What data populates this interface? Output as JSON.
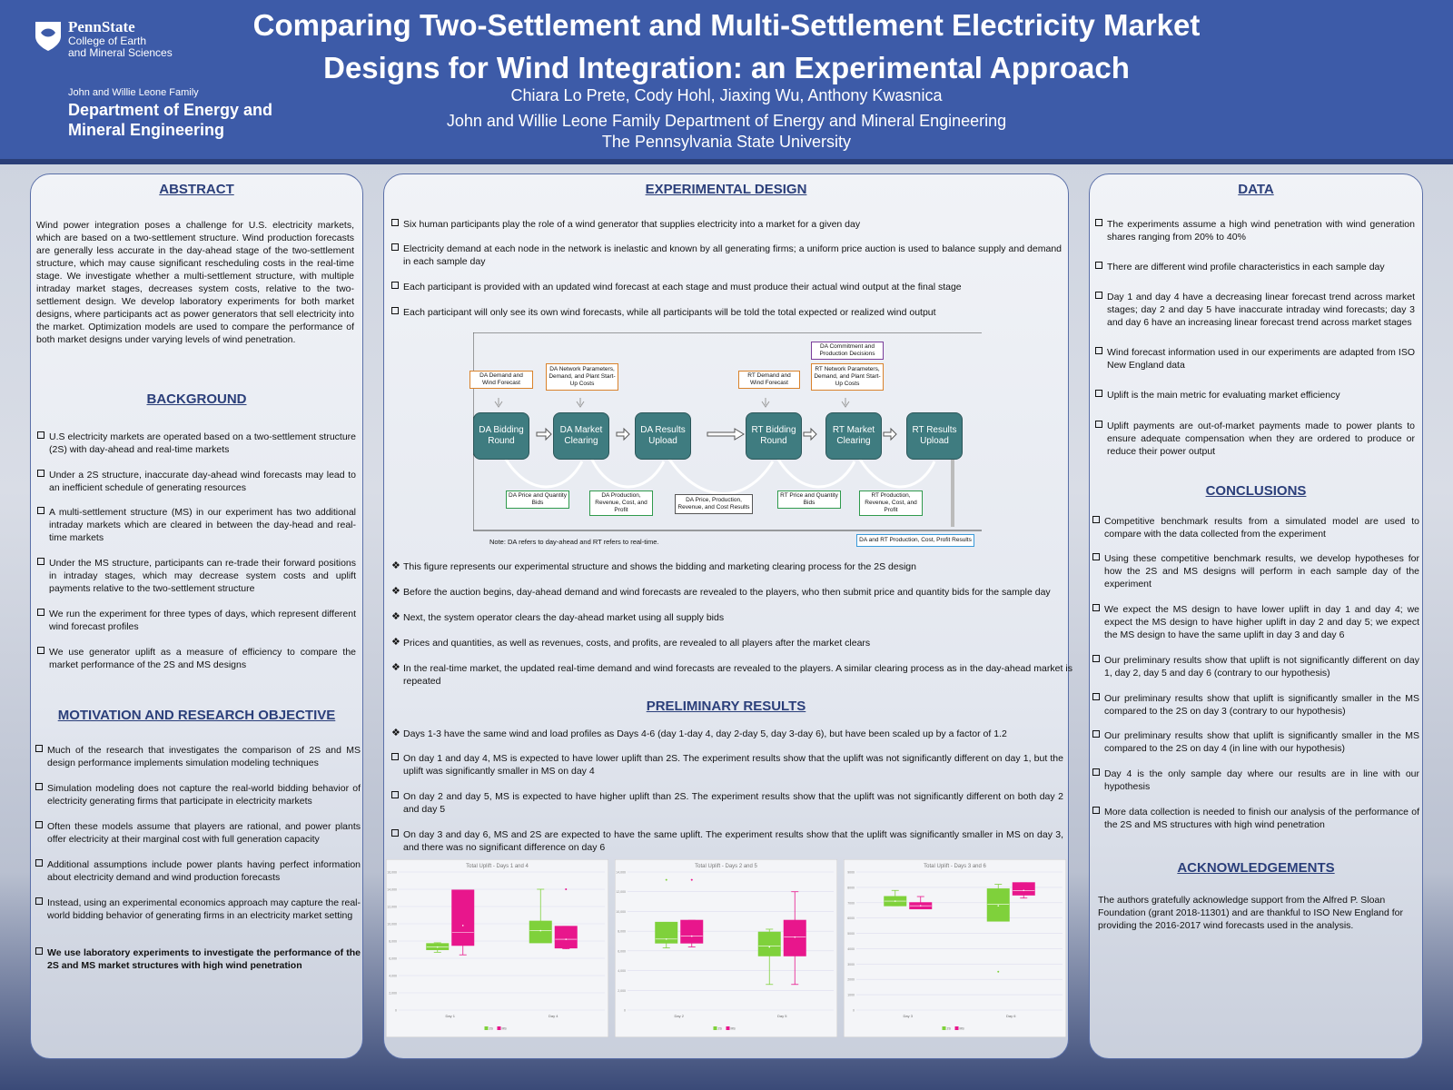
{
  "header": {
    "institution": "PennState",
    "college": [
      "College of Earth",
      "and Mineral Sciences"
    ],
    "dept_top": "John and Willie Leone Family",
    "dept_name": [
      "Department of Energy and",
      "Mineral Engineering"
    ],
    "title_line1": "Comparing Two-Settlement and Multi-Settlement Electricity Market",
    "title_line2": "Designs for Wind Integration: an Experimental Approach",
    "authors": "Chiara Lo Prete, Cody Hohl, Jiaxing Wu, Anthony Kwasnica",
    "affiliation_1": "John and Willie Leone Family Department of Energy and Mineral Engineering",
    "affiliation_2": "The Pennsylvania State University"
  },
  "abstract": {
    "title": "ABSTRACT",
    "text": "Wind power integration poses a challenge for U.S. electricity markets, which are based on a two-settlement structure. Wind production forecasts are generally less accurate in the day-ahead stage of the two-settlement structure, which may cause significant rescheduling costs in the real-time stage. We investigate whether a multi-settlement structure, with multiple intraday market stages, decreases system costs, relative to the two-settlement design. We develop laboratory experiments for both market designs, where participants act as power generators that sell electricity into the market. Optimization models are used to compare the performance of both market designs under varying levels of wind penetration."
  },
  "background": {
    "title": "BACKGROUND",
    "items": [
      "U.S electricity markets are operated based on a two-settlement structure (2S) with  day-ahead and real-time markets",
      "Under a 2S structure, inaccurate day-ahead wind forecasts may lead to an inefficient schedule of generating resources",
      "A multi-settlement structure (MS) in our experiment has two additional intraday markets which are cleared in between the day-head and real-time markets",
      "Under the MS structure, participants can re-trade their forward positions in intraday stages, which may decrease system costs and uplift payments relative to the two-settlement structure",
      "We run the experiment for three types of days, which represent different wind forecast profiles",
      "We use generator uplift as a measure of efficiency to compare the market performance of the 2S and MS designs"
    ]
  },
  "motivation": {
    "title": "MOTIVATION AND RESEARCH OBJECTIVE",
    "items": [
      "Much of the research that investigates the comparison of 2S and MS design performance implements simulation modeling techniques",
      "Simulation modeling does not capture the real-world bidding behavior of electricity generating firms that participate in electricity markets",
      " Often these models assume that players are rational, and power plants offer electricity at their marginal cost with full generation capacity",
      "Additional assumptions include power plants having perfect information about electricity demand and wind production forecasts",
      "Instead, using an experimental economics approach may capture the real-world bidding behavior of generating firms in an electricity market setting",
      "We use laboratory experiments to investigate the performance of the 2S and MS  market structures with high wind penetration"
    ]
  },
  "experimental": {
    "title": "EXPERIMENTAL DESIGN",
    "items": [
      "Six human participants play the role of a wind generator that supplies electricity into a market for a given day",
      "Electricity demand at each node in the network is inelastic and known by all generating firms; a uniform price auction is used to balance supply and demand in each sample day",
      "Each participant is provided with an updated wind forecast at each stage  and must produce their actual wind output at the final stage",
      "Each participant will only see its own wind forecasts, while all participants will be told the total expected or realized wind output"
    ],
    "diagram": {
      "rounds": [
        "DA Bidding Round",
        "DA Market Clearing",
        "DA Results Upload",
        "RT Bidding Round",
        "RT Market Clearing",
        "RT Results Upload"
      ],
      "inputs_top": [
        "DA Demand and Wind Forecast",
        "DA Network Parameters, Demand, and Plant Start-Up Costs",
        "RT Demand and Wind Forecast",
        "RT Network Parameters, Demand, and Plant Start-Up Costs",
        "DA Commitment and Production Decisions"
      ],
      "outputs_bottom": [
        "DA Price and Quantity Bids",
        "DA Production, Revenue, Cost, and Profit",
        "DA Price, Production, Revenue, and Cost Results",
        "RT Price and Quantity Bids",
        "RT Production, Revenue, Cost, and Profit",
        "DA and RT Production, Cost, Profit Results"
      ],
      "note": "Note: DA refers to day-ahead and RT refers to real-time."
    },
    "items2": [
      "This figure represents our experimental structure and shows the bidding and marketing clearing process for the 2S design",
      "Before the auction begins, day-ahead demand and wind forecasts are revealed to the players, who then submit price and quantity bids for the sample day",
      "Next, the system operator clears the day-ahead market using all supply bids",
      "Prices and quantities, as well as revenues, costs, and profits, are revealed to all players after the market clears",
      "In the real-time market, the updated real-time demand and wind forecasts are revealed to the players. A similar clearing process as in the day-ahead market is repeated"
    ]
  },
  "prelim": {
    "title": "PRELIMINARY RESULTS",
    "items": [
      "Days 1-3 have the same wind and load profiles as Days 4-6 (day 1-day 4, day 2-day 5, day 3-day 6), but have been scaled up by a factor of 1.2",
      "On day 1 and day 4, MS is expected to have lower uplift than 2S. The experiment results show that the uplift was not significantly different on day 1, but the uplift was significantly smaller in MS on day 4",
      "On day 2 and day 5, MS is expected to have higher uplift than 2S. The experiment results show that the uplift was not significantly different on both day 2 and day 5",
      "On day 3 and day 6, MS and 2S are expected to have the same uplift. The experiment results show that the uplift was significantly smaller in MS on day 3, and there was no significant difference on day 6"
    ]
  },
  "data_sec": {
    "title": "DATA",
    "items": [
      "The experiments assume a high wind penetration with wind generation shares ranging from 20% to 40%",
      "There are different wind profile characteristics in each sample day",
      " Day 1 and day 4 have a decreasing linear forecast trend across market stages; day 2 and day 5 have inaccurate intraday wind forecasts; day 3 and day 6 have an increasing linear forecast trend across market stages",
      "Wind forecast information used in our experiments are adapted from ISO New England data",
      "Uplift is the main metric for evaluating market efficiency",
      "Uplift payments are out-of-market payments made to power plants to ensure adequate compensation when they are ordered to produce or reduce their power output"
    ]
  },
  "conclusions": {
    "title": "CONCLUSIONS",
    "items": [
      "Competitive benchmark results from a simulated model are used to compare with the data collected from the experiment",
      "Using these competitive benchmark results, we develop hypotheses for how the 2S and MS designs will perform in each sample day of the experiment",
      "We expect the MS design to have lower uplift in day 1 and day 4; we expect the MS design to have higher uplift in day 2 and day 5; we expect the MS design to have the same uplift in day 3 and day 6",
      "Our preliminary results show that uplift is not significantly different on day 1, day 2, day 5 and day 6 (contrary to our hypothesis)",
      "Our preliminary results show that uplift is significantly smaller in the MS compared to the 2S on day 3 (contrary to our hypothesis)",
      "Our preliminary results show that uplift is significantly smaller in the MS compared to the 2S on day 4 (in line with our hypothesis)",
      "Day 4 is the only sample day where our results are in line with our hypothesis",
      "More data collection is needed to finish our analysis of the performance of the 2S and MS structures with high wind penetration"
    ]
  },
  "ack": {
    "title": "ACKNOWLEDGEMENTS",
    "text": "The authors gratefully acknowledge support from the Alfred P. Sloan Foundation (grant 2018-11301) and are thankful to ISO New England for providing the 2016-2017 wind forecasts used in the analysis."
  },
  "colors": {
    "series_2s": "#7fd13b",
    "series_ms": "#e8168c",
    "header": "#3d5ba8",
    "title_blue": "#2b3f7a"
  },
  "chart_data": [
    {
      "type": "box",
      "title": "Total Uplift - Days 1 and 4",
      "categories": [
        "Day 1",
        "Day 4"
      ],
      "ylim": [
        0,
        16000
      ],
      "yticks": [
        "0",
        "2,000",
        "4,000",
        "6,000",
        "8,000",
        "10,000",
        "12,000",
        "14,000",
        "16,000"
      ],
      "legend": [
        "2S",
        "MS"
      ],
      "series": [
        {
          "name": "2S",
          "boxes": [
            {
              "min": 6700,
              "q1": 7000,
              "median": 7300,
              "q3": 7700,
              "max": 7800,
              "mean": 7300,
              "outliers": []
            },
            {
              "min": 8000,
              "q1": 7800,
              "median": 9200,
              "q3": 10300,
              "max": 14000,
              "mean": 9200,
              "outliers": []
            }
          ]
        },
        {
          "name": "MS",
          "boxes": [
            {
              "min": 6400,
              "q1": 7500,
              "median": 9000,
              "q3": 13900,
              "max": 13900,
              "mean": 9800,
              "outliers": []
            },
            {
              "min": 7100,
              "q1": 7200,
              "median": 8200,
              "q3": 9700,
              "max": 9700,
              "mean": 8200,
              "outliers": [
                14000
              ]
            }
          ]
        }
      ]
    },
    {
      "type": "box",
      "title": "Total Uplift - Days 2 and 5",
      "categories": [
        "Day 2",
        "Day 5"
      ],
      "ylim": [
        0,
        14000
      ],
      "yticks": [
        "0",
        "2,000",
        "4,000",
        "6,000",
        "8,000",
        "10,000",
        "12,000",
        "14,000"
      ],
      "legend": [
        "2S",
        "MS"
      ],
      "series": [
        {
          "name": "2S",
          "boxes": [
            {
              "min": 6300,
              "q1": 6800,
              "median": 7200,
              "q3": 8900,
              "max": 8900,
              "mean": 7200,
              "outliers": [
                13200
              ]
            },
            {
              "min": 2600,
              "q1": 5500,
              "median": 6500,
              "q3": 7900,
              "max": 8200,
              "mean": 6400,
              "outliers": []
            }
          ]
        },
        {
          "name": "MS",
          "boxes": [
            {
              "min": 6400,
              "q1": 6800,
              "median": 7500,
              "q3": 9100,
              "max": 9100,
              "mean": 7500,
              "outliers": [
                13200
              ]
            },
            {
              "min": 2600,
              "q1": 5500,
              "median": 7400,
              "q3": 9100,
              "max": 12000,
              "mean": 7400,
              "outliers": []
            }
          ]
        }
      ]
    },
    {
      "type": "box",
      "title": "Total Uplift - Days 3 and 6",
      "categories": [
        "Day 3",
        "Day 6"
      ],
      "ylim": [
        0,
        9000
      ],
      "yticks": [
        "0",
        "1000",
        "2000",
        "3000",
        "4000",
        "5000",
        "6000",
        "7000",
        "8000",
        "9000"
      ],
      "legend": [
        "2S",
        "MS"
      ],
      "series": [
        {
          "name": "2S",
          "boxes": [
            {
              "min": 6800,
              "q1": 6800,
              "median": 7100,
              "q3": 7400,
              "max": 7800,
              "mean": 7100,
              "outliers": []
            },
            {
              "min": 5800,
              "q1": 5800,
              "median": 6900,
              "q3": 7900,
              "max": 8200,
              "mean": 6800,
              "outliers": [
                2500
              ]
            }
          ]
        },
        {
          "name": "MS",
          "boxes": [
            {
              "min": 6600,
              "q1": 6600,
              "median": 6800,
              "q3": 7000,
              "max": 7400,
              "mean": 6800,
              "outliers": []
            },
            {
              "min": 7300,
              "q1": 7500,
              "median": 7800,
              "q3": 8300,
              "max": 8300,
              "mean": 7800,
              "outliers": []
            }
          ]
        }
      ]
    }
  ]
}
